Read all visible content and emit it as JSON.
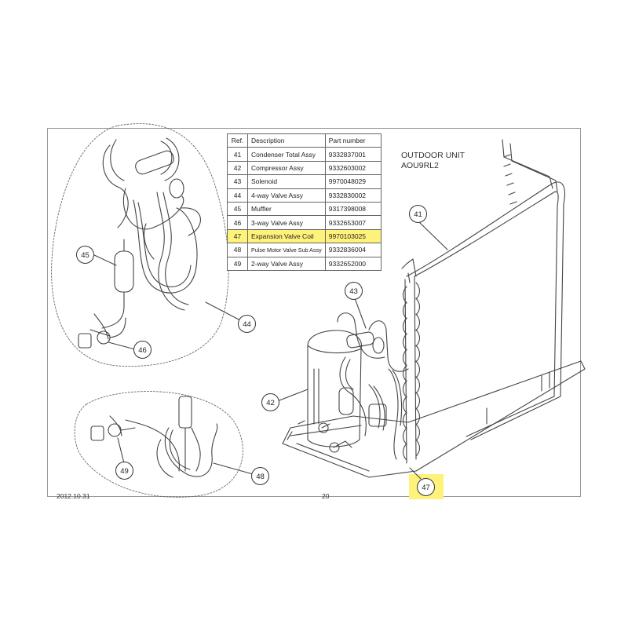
{
  "table": {
    "headers": {
      "ref": "Ref.",
      "description": "Description",
      "part_number": "Part number"
    },
    "rows": [
      {
        "ref": "41",
        "description": "Condenser Total Assy",
        "part_number": "9332837001"
      },
      {
        "ref": "42",
        "description": "Compressor Assy",
        "part_number": "9332603002"
      },
      {
        "ref": "43",
        "description": "Solenoid",
        "part_number": "9970048029"
      },
      {
        "ref": "44",
        "description": "4-way Valve Assy",
        "part_number": "9332830002"
      },
      {
        "ref": "45",
        "description": "Muffler",
        "part_number": "9317398008"
      },
      {
        "ref": "46",
        "description": "3-way Valve Assy",
        "part_number": "9332653007"
      },
      {
        "ref": "47",
        "description": "Expansion Valve Coil",
        "part_number": "9970103025"
      },
      {
        "ref": "48",
        "description": "Pulse Motor Valve Sub Assy",
        "part_number": "9332836004"
      },
      {
        "ref": "49",
        "description": "2-way Valve Assy",
        "part_number": "9332652000"
      }
    ]
  },
  "unit": {
    "line1": "OUTDOOR UNIT",
    "line2": "AOU9RL2"
  },
  "footer": {
    "date": "2012.10.31",
    "page": "20"
  },
  "callouts": {
    "c41": "41",
    "c42": "42",
    "c43": "43",
    "c44": "44",
    "c45": "45",
    "c46": "46",
    "c47": "47",
    "c48": "48",
    "c49": "49"
  },
  "colors": {
    "highlight": "#fff27a",
    "line": "#444444"
  }
}
